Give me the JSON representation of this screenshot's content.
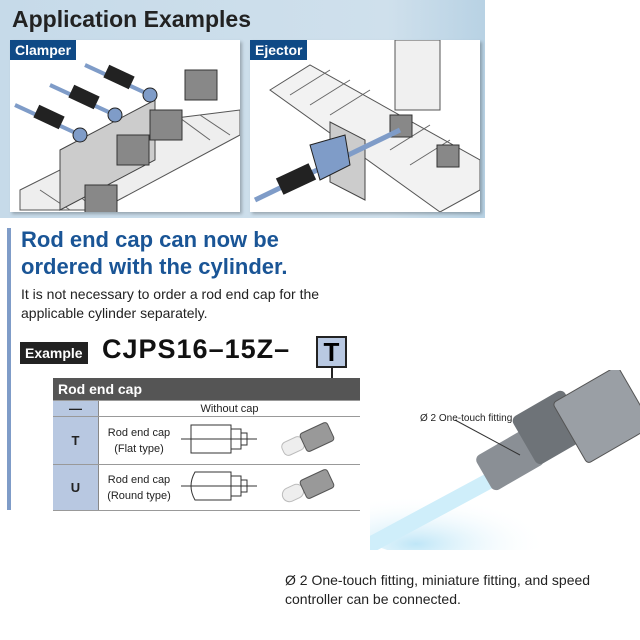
{
  "applications": {
    "title": "Application Examples",
    "panels": [
      {
        "label": "Clamper"
      },
      {
        "label": "Ejector"
      }
    ]
  },
  "feature": {
    "heading_line1": "Rod end cap can now be",
    "heading_line2": "ordered with the cylinder.",
    "body": "It is not necessary to order a rod end cap for the applicable cylinder separately."
  },
  "example": {
    "badge": "Example",
    "model": "CJPS16–15Z–",
    "suffix": "T"
  },
  "table": {
    "header": "Rod end cap",
    "rows": [
      {
        "code": "—",
        "desc1": "Without cap",
        "desc2": ""
      },
      {
        "code": "T",
        "desc1": "Rod end cap",
        "desc2": "(Flat type)"
      },
      {
        "code": "U",
        "desc1": "Rod end cap",
        "desc2": "(Round type)"
      }
    ]
  },
  "photo": {
    "label": "Ø 2 One-touch fitting"
  },
  "bottom_text": "Ø 2 One-touch fitting, miniature fitting, and speed controller can be connected."
}
